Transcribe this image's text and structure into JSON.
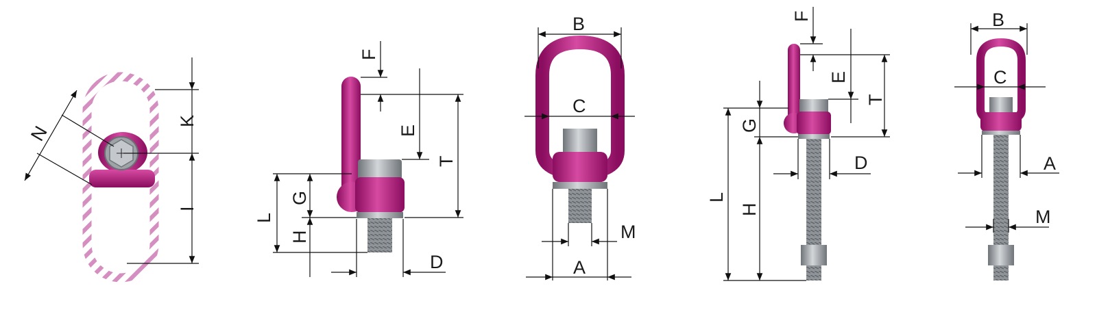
{
  "views": {
    "top_view": {
      "labels": {
        "N": "N",
        "K": "K",
        "I": "I"
      }
    },
    "side_view_short": {
      "labels": {
        "F": "F",
        "E": "E",
        "T": "T",
        "G": "G",
        "L": "L",
        "H": "H",
        "D": "D"
      }
    },
    "front_view_short": {
      "labels": {
        "B": "B",
        "C": "C",
        "M": "M",
        "A": "A"
      }
    },
    "side_view_long": {
      "labels": {
        "F": "F",
        "E": "E",
        "T": "T",
        "G": "G",
        "L": "L",
        "H": "H",
        "D": "D"
      }
    },
    "front_view_long": {
      "labels": {
        "B": "B",
        "C": "C",
        "A": "A",
        "M": "M"
      }
    }
  },
  "colors": {
    "magenta": "#b5177e",
    "magenta_light": "#d64aa2",
    "magenta_dark": "#8a0d5f",
    "steel": "#8f9499",
    "steel_light": "#c9ccd0",
    "hatch": "#d58ec0",
    "dimension_line": "#111111"
  }
}
